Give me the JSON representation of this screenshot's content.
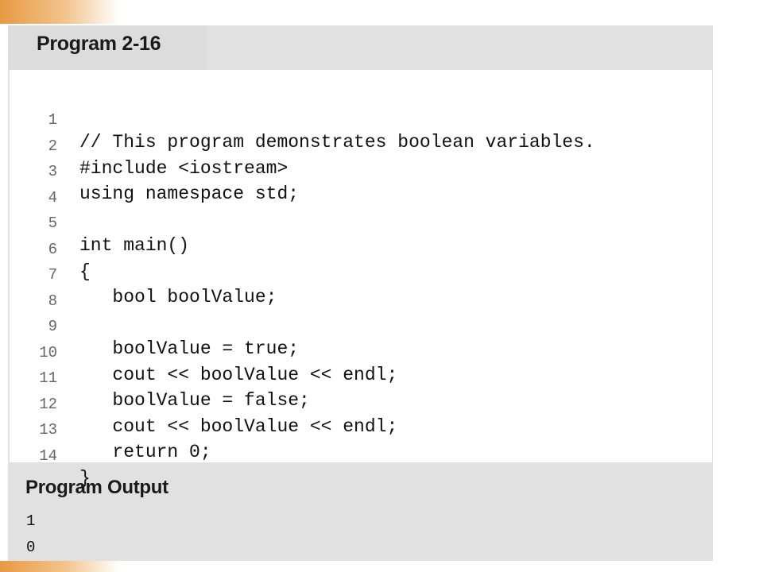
{
  "title": "Program 2-16",
  "code_lines": [
    {
      "num": "1",
      "text": "// This program demonstrates boolean variables."
    },
    {
      "num": "2",
      "text": "#include <iostream>"
    },
    {
      "num": "3",
      "text": "using namespace std;"
    },
    {
      "num": "4",
      "text": ""
    },
    {
      "num": "5",
      "text": "int main()"
    },
    {
      "num": "6",
      "text": "{"
    },
    {
      "num": "7",
      "text": "   bool boolValue;"
    },
    {
      "num": "8",
      "text": ""
    },
    {
      "num": "9",
      "text": "   boolValue = true;"
    },
    {
      "num": "10",
      "text": "   cout << boolValue << endl;"
    },
    {
      "num": "11",
      "text": "   boolValue = false;"
    },
    {
      "num": "12",
      "text": "   cout << boolValue << endl;"
    },
    {
      "num": "13",
      "text": "   return 0;"
    },
    {
      "num": "14",
      "text": "}"
    }
  ],
  "output": {
    "heading": "Program Output",
    "lines": [
      "1",
      "0"
    ]
  },
  "colors": {
    "accent": "#e89a43",
    "panel": "#e1e1e1",
    "code_background": "#ffffff"
  }
}
